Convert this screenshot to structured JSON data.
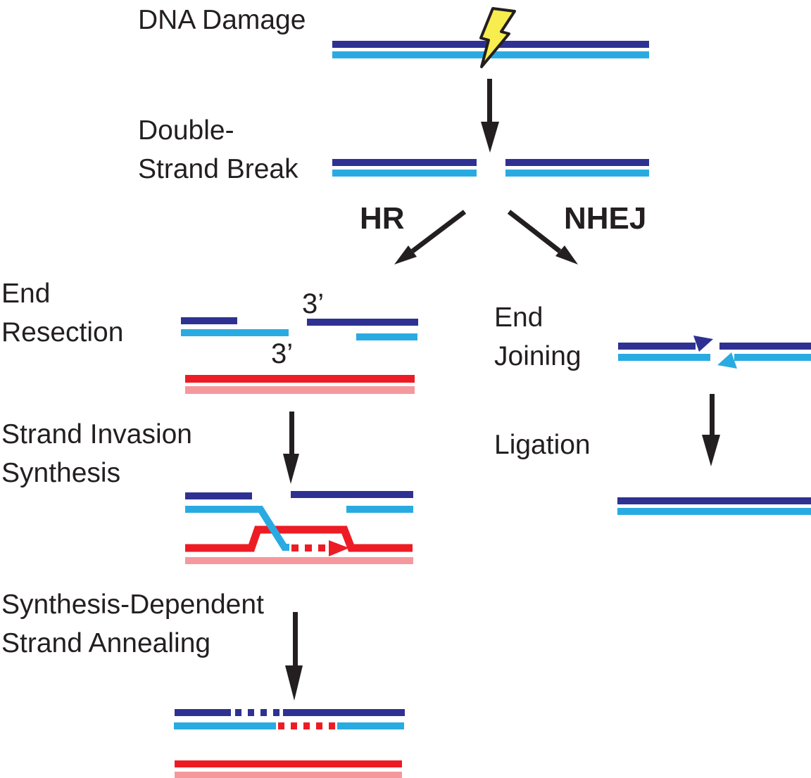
{
  "colors": {
    "navy": "#2E3192",
    "cyan": "#29ABE2",
    "red": "#ED1C24",
    "pink": "#F5989D",
    "yellow": "#F8ED4E",
    "ink": "#231F20"
  },
  "icons": {
    "lightning_bolt": "jagged-lightning-bolt"
  },
  "stages": {
    "dna_damage": {
      "label": "DNA Damage"
    },
    "double_strand_break": {
      "line1": "Double-",
      "line2": "Strand Break"
    },
    "pathways": {
      "hr": "HR",
      "nhej": "NHEJ"
    },
    "end_resection": {
      "line1": "End",
      "line2": "Resection",
      "three_prime_top": "3’",
      "three_prime_bottom": "3’"
    },
    "strand_invasion": {
      "line1": "Strand Invasion",
      "line2": "Synthesis"
    },
    "sdsa": {
      "line1": "Synthesis-Dependent",
      "line2": "Strand Annealing"
    },
    "end_joining": {
      "line1": "End",
      "line2": "Joining"
    },
    "ligation": {
      "label": "Ligation"
    }
  }
}
